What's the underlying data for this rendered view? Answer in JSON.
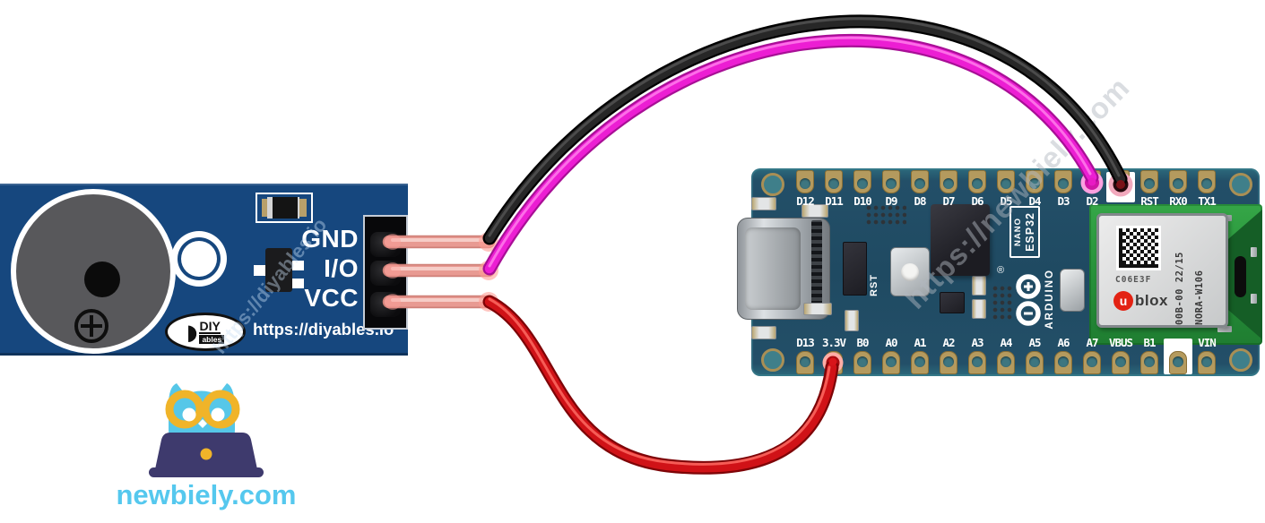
{
  "page": {
    "background": "#ffffff",
    "description": "Wiring diagram: piezo buzzer module connected to Arduino Nano ESP32"
  },
  "watermarks": {
    "buzzer": "https://diyables.io",
    "main": "https://newbiely.com"
  },
  "buzzer_module": {
    "pcb_color": "#16477e",
    "pin_labels": [
      "GND",
      "I/O",
      "VCC"
    ],
    "brand": {
      "logo_main": "DIY",
      "logo_sub": "ables",
      "url": "https://diyables.io"
    }
  },
  "arduino_board": {
    "pcb_color": "#234f68",
    "top_pins": {
      "labels": [
        "D12",
        "D11",
        "D10",
        "D9",
        "D8",
        "D7",
        "D6",
        "D5",
        "D4",
        "D3",
        "D2",
        "",
        "RST",
        "RX0",
        "TX1"
      ],
      "highlight_index": 11
    },
    "bottom_pins": {
      "labels": [
        "D13",
        "3.3V",
        "B0",
        "A0",
        "A1",
        "A2",
        "A3",
        "A4",
        "A5",
        "A6",
        "A7",
        "VBUS",
        "B1",
        "",
        "VIN"
      ],
      "highlight_index": 13
    },
    "silkscreen": {
      "badge_line1": "NANO",
      "badge_line2": "ESP32",
      "brand": "ARDUINO",
      "registered": "®",
      "reset": "RST"
    },
    "radio_module": {
      "code": "C06E3F",
      "date_code": "00B-00 22/15",
      "model": "NORA-W106",
      "vendor_circle": "u",
      "vendor": "blox"
    }
  },
  "wires": [
    {
      "id": "gnd",
      "color": "#1e1e1e",
      "from": "Buzzer GND",
      "to": "Nano ESP32 GND"
    },
    {
      "id": "io",
      "color": "#ee1fd0",
      "from": "Buzzer I/O",
      "to": "Nano ESP32 D2"
    },
    {
      "id": "vcc",
      "color": "#d01217",
      "from": "Buzzer VCC",
      "to": "Nano ESP32 3.3V"
    }
  ],
  "mascot": {
    "site": "newbiely.com",
    "owl_color": "#56c7e8",
    "glasses_color": "#f0b429",
    "laptop_color": "#3e3a6d"
  }
}
